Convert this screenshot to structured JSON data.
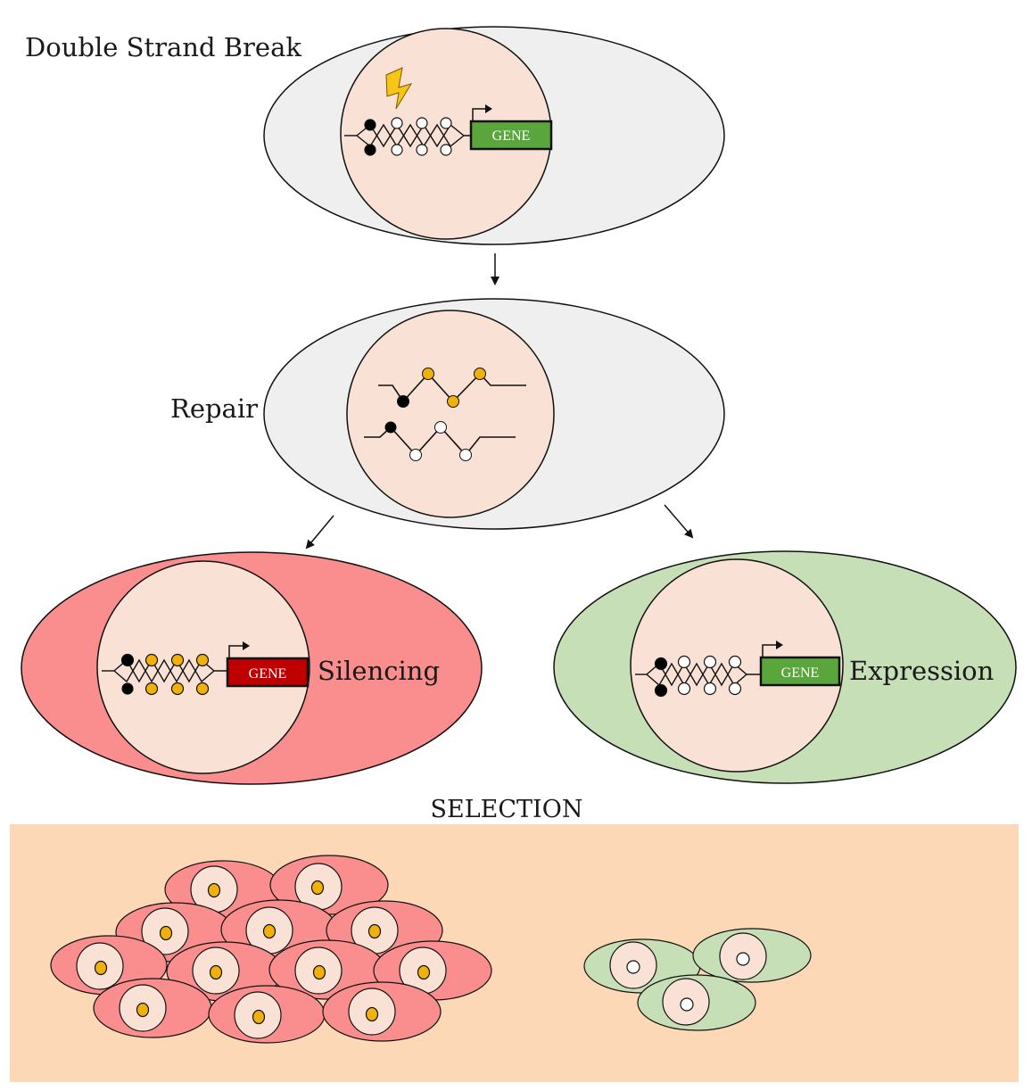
{
  "labels": {
    "double_strand_break": "Double Strand Break",
    "repair": "Repair",
    "silencing": "Silencing",
    "expression": "Expression",
    "selection": "SELECTION"
  },
  "gene_label": "GENE",
  "colors": {
    "cell_gray": "#efefef",
    "nucleus": "#f9e2d5",
    "silenced_cell": "#fa8e8e",
    "expressed_cell": "#c7dfb7",
    "gene_active": "#5aa63c",
    "gene_silenced": "#c00000",
    "methyl_orange": "#f2b10a",
    "methyl_black": "#000000",
    "selection_bg": "#fcd8b6",
    "lightning": "#f5c518"
  },
  "selection": {
    "silenced_colony_count": 12,
    "expressed_colony_count": 3
  }
}
